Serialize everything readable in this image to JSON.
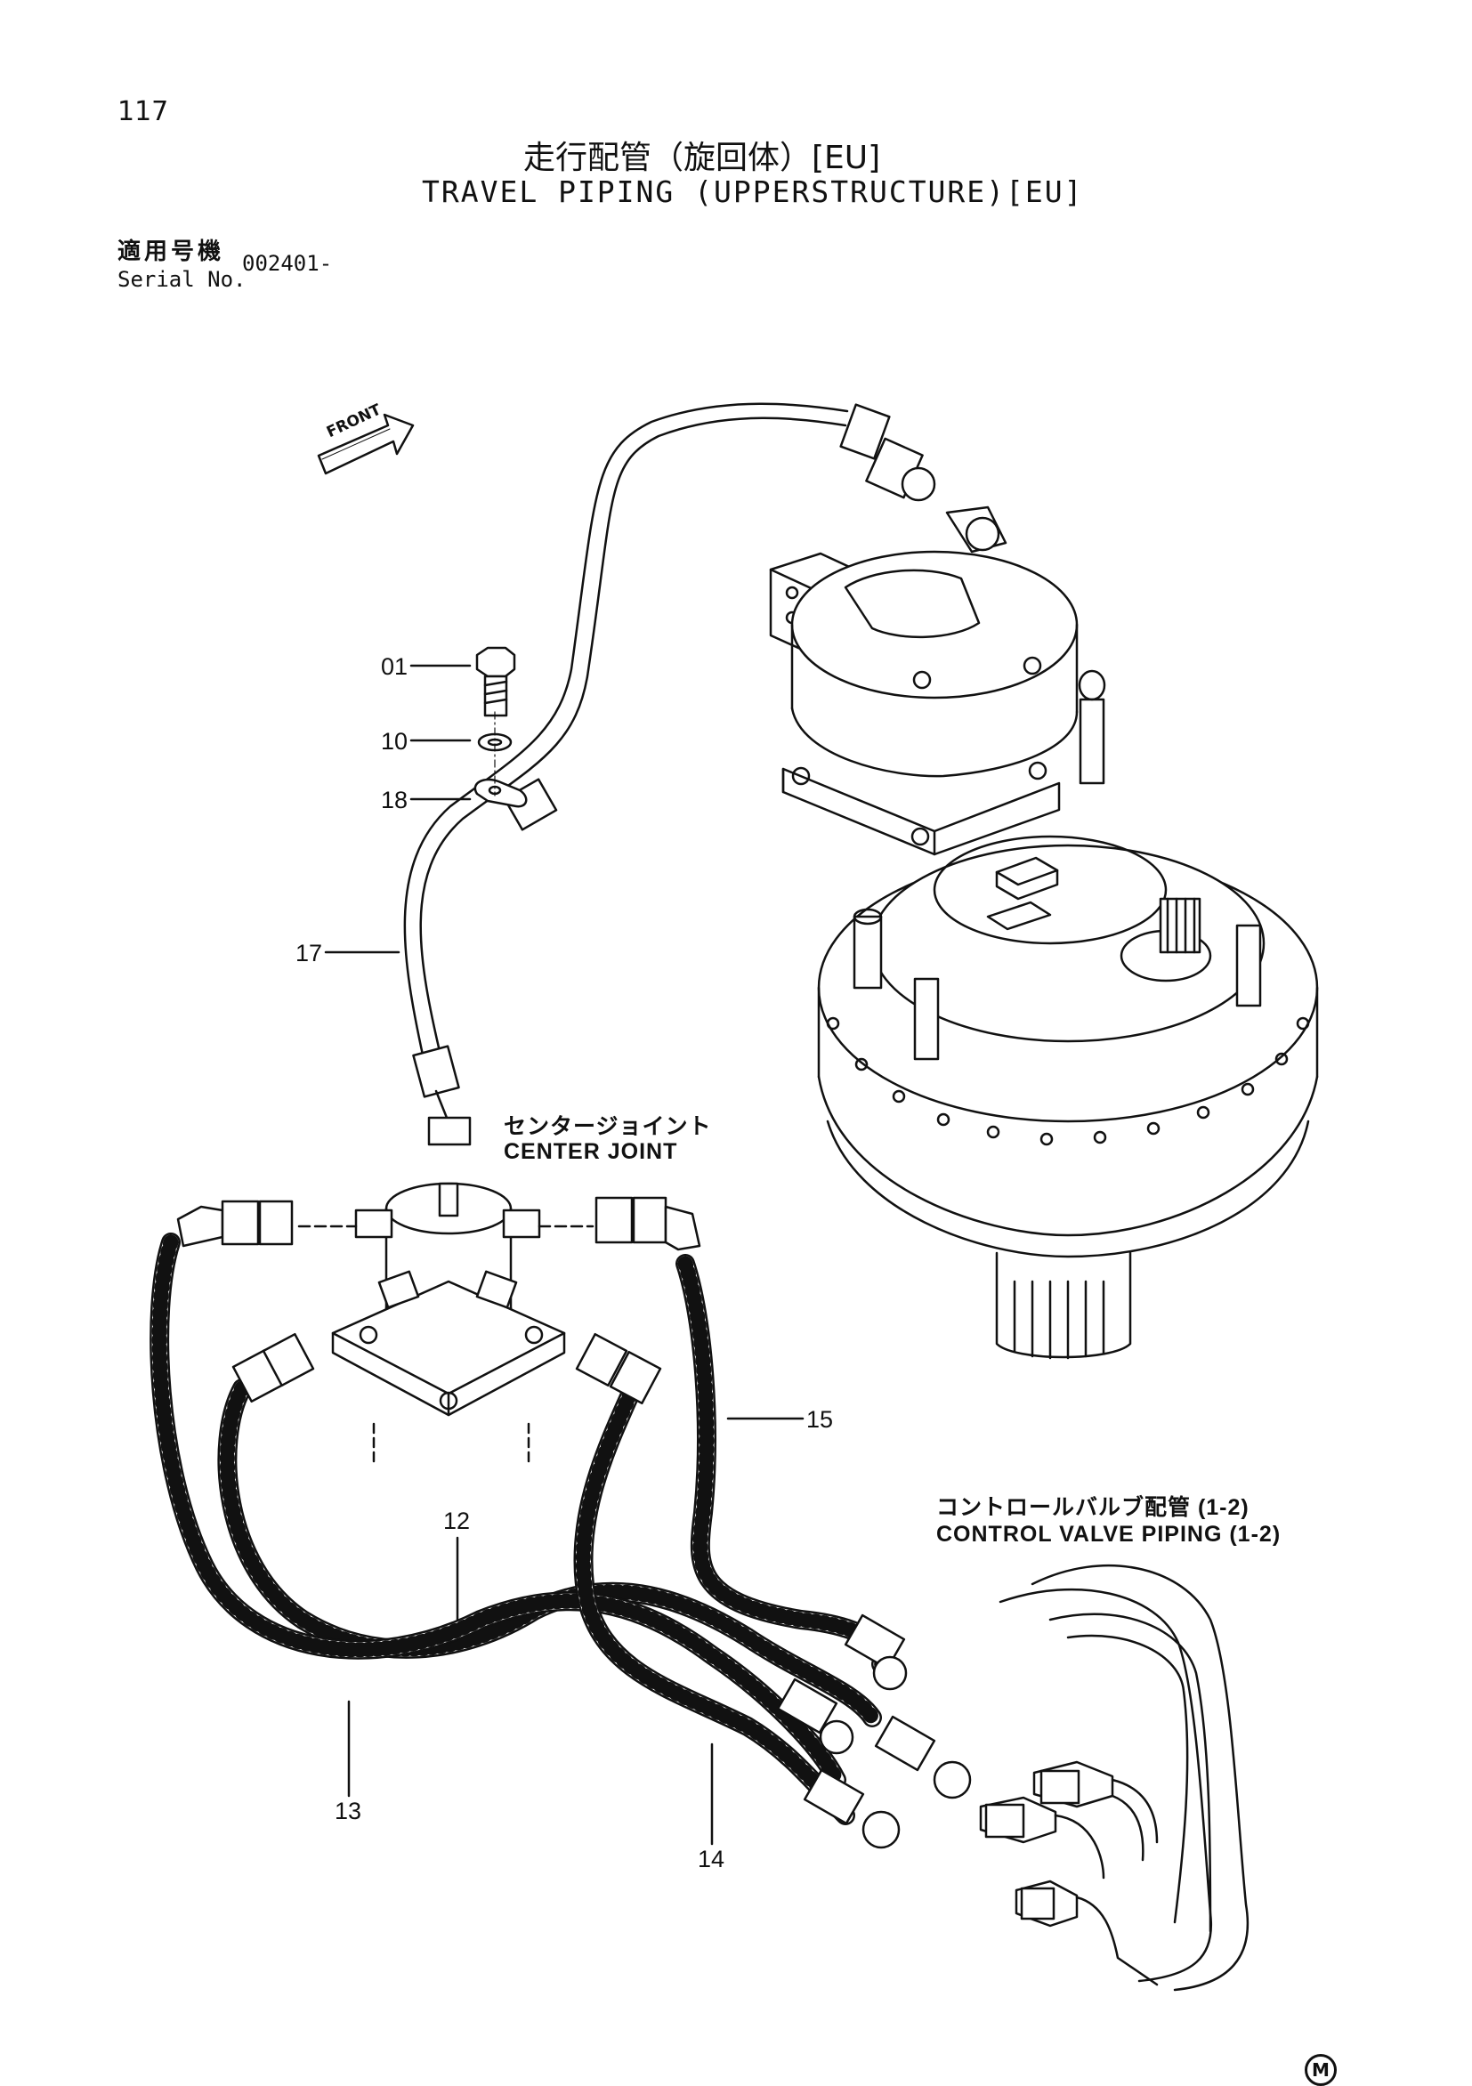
{
  "page": {
    "number": "117",
    "title_jp": "走行配管（旋回体）[EU]",
    "title_en": "TRAVEL PIPING (UPPERSTRUCTURE)[EU]",
    "serial_label_jp": "適用号機",
    "serial_label_en": "Serial No.",
    "serial_value": "002401-"
  },
  "diagram": {
    "front_label": "FRONT",
    "callouts": {
      "c01": "01",
      "c10": "10",
      "c18": "18",
      "c17": "17",
      "c15": "15",
      "c12": "12",
      "c13": "13",
      "c14": "14"
    },
    "center_joint_jp": "センタージョイント",
    "center_joint_en": "CENTER JOINT",
    "control_valve_jp": "コントロールバルブ配管 (1-2)",
    "control_valve_en": "CONTROL VALVE PIPING (1-2)",
    "mark": "M"
  }
}
